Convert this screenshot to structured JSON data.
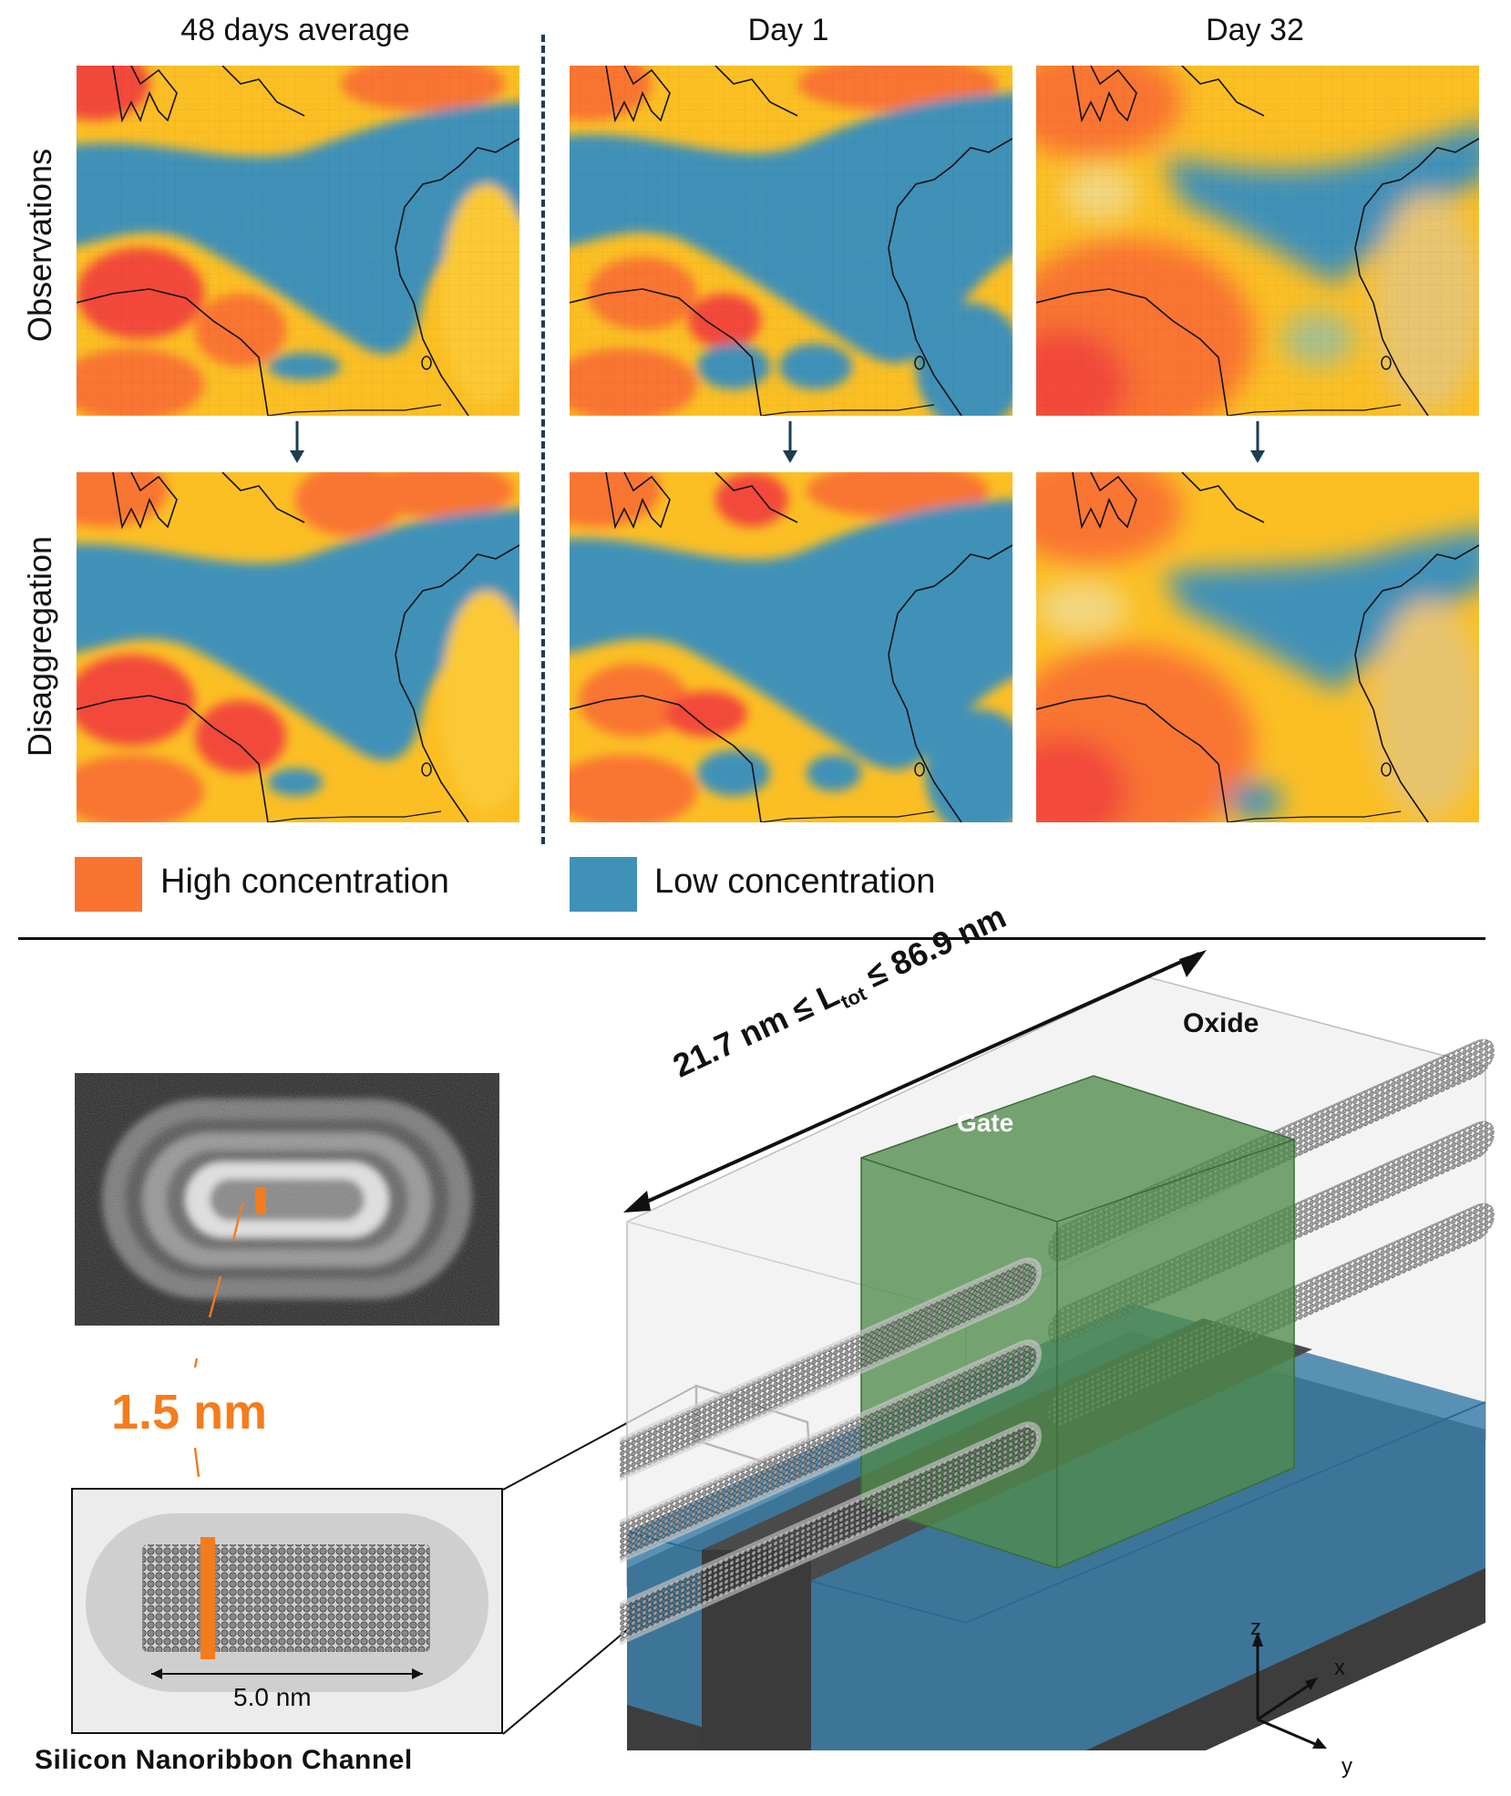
{
  "top_panel": {
    "column_titles": [
      "48 days average",
      "Day 1",
      "Day 32"
    ],
    "row_labels": [
      "Observations",
      "Disaggregation"
    ],
    "legend": [
      {
        "label": "High concentration",
        "color": "#f97431"
      },
      {
        "label": "Low concentration",
        "color": "#3f91b8"
      }
    ]
  },
  "bottom_panel": {
    "length_label_main": "21.7 nm ≤ L",
    "length_label_sub": "tot",
    "length_label_end": " ≤ 86.9 nm",
    "oxide_label": "Oxide",
    "gate_label": "Gate",
    "thickness_label": "1.5 nm",
    "width_label": "5.0 nm",
    "channel_caption": "Silicon Nanoribbon Channel",
    "axes": {
      "z": "z",
      "x": "x",
      "y": "y"
    }
  },
  "colors": {
    "high": "#f97431",
    "mid": "#fbbf24",
    "low": "#3f91b8",
    "accent_orange": "#f47c1d",
    "gate_green": "#4f8a4c",
    "substrate_blue": "#3d7fa8",
    "divider": "#1d3d52"
  }
}
